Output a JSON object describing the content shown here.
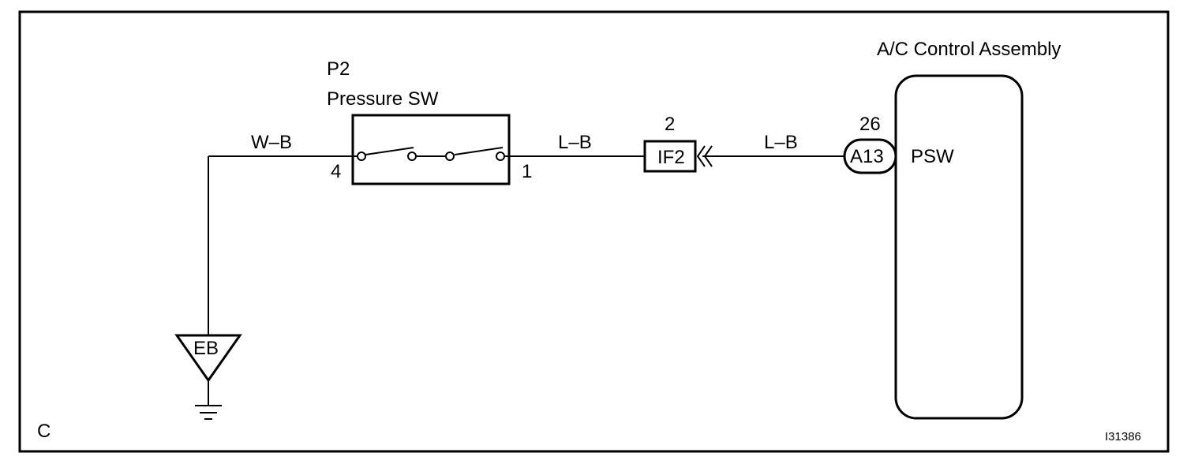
{
  "diagram": {
    "section_letter": "C",
    "figure_code": "I31386",
    "switch": {
      "code": "P2",
      "name": "Pressure SW",
      "pin_left": "4",
      "pin_right": "1"
    },
    "wires": {
      "ground_wire": "W–B",
      "switch_to_connector": "L–B",
      "connector_to_ecu": "L–B"
    },
    "junction_connector": {
      "label": "IF2",
      "pin": "2"
    },
    "ecu": {
      "title": "A/C Control Assembly",
      "connector": "A13",
      "pin": "26",
      "terminal": "PSW"
    },
    "ground_point": {
      "label": "EB"
    },
    "colors": {
      "line": "#000000",
      "background": "#ffffff"
    }
  }
}
